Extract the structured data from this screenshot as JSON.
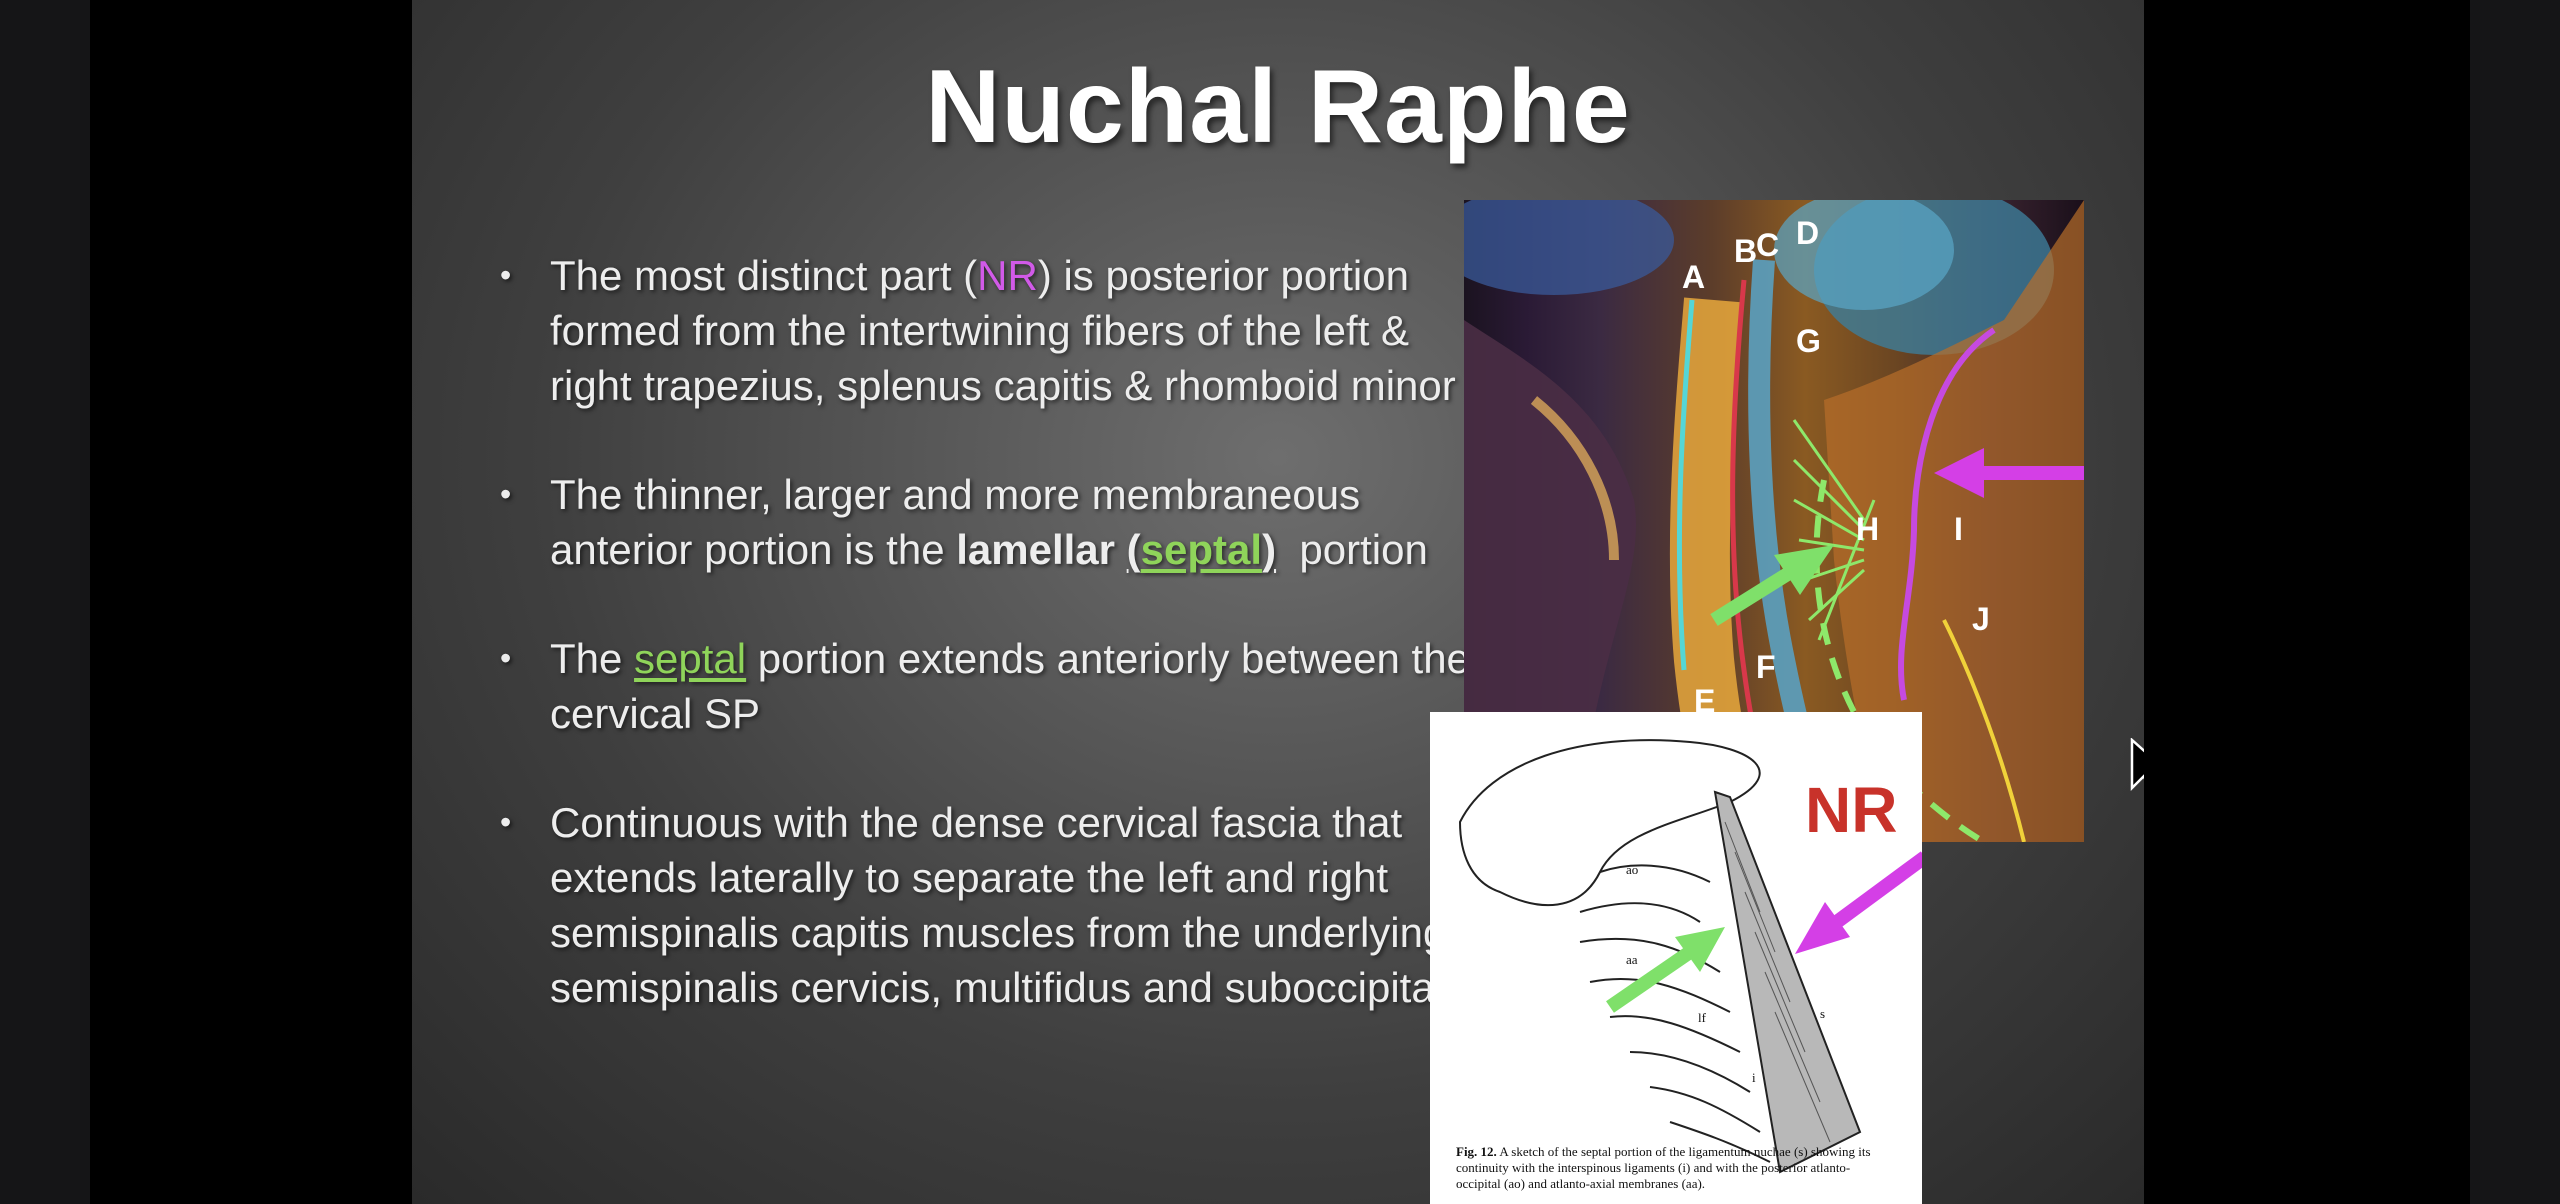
{
  "slide": {
    "title": "Nuchal Raphe",
    "bullets": {
      "b1_pre": "The most distinct part (",
      "b1_nr": "NR",
      "b1_post": ") is posterior portion formed from the intertwining fibers of the left & right trapezius, splenus capitis & rhomboid minor",
      "b2_pre": "The thinner, larger and more membraneous anterior portion is the ",
      "b2_lamellar": "lamellar",
      "b2_open": "(",
      "b2_septal": "septal",
      "b2_close": ")",
      "b2_post": "  portion",
      "b3_pre": "The ",
      "b3_septal": "septal",
      "b3_post": " portion extends anteriorly between the cervical SP",
      "b4": "Continuous with the dense cervical fascia that extends laterally to separate the left and right semispinalis capitis muscles from the underlying semispinalis cervicis, multifidus and suboccipitals"
    }
  },
  "mri": {
    "labels": [
      "A",
      "B",
      "C",
      "D",
      "G",
      "H",
      "I",
      "J",
      "F",
      "E"
    ]
  },
  "sketch": {
    "nr_label": "NR",
    "part_labels": [
      "ao",
      "aa",
      "lf",
      "s",
      "i"
    ],
    "caption_fig": "Fig. 12.",
    "caption_text": "A sketch of the septal portion of the ligamentum nuchae (s) showing its continuity with the interspinous ligaments (i) and with the posterior atlanto-occipital (ao) and atlanto-axial membranes (aa)."
  },
  "colors": {
    "nr_magenta": "#d15ae8",
    "septal_green": "#8fd45a",
    "nr_red": "#c8322a",
    "arrow_magenta": "#d43fe6",
    "arrow_green": "#7fe06a"
  },
  "icons": [
    "bullet-dot-icon",
    "mouse-pointer-icon"
  ]
}
